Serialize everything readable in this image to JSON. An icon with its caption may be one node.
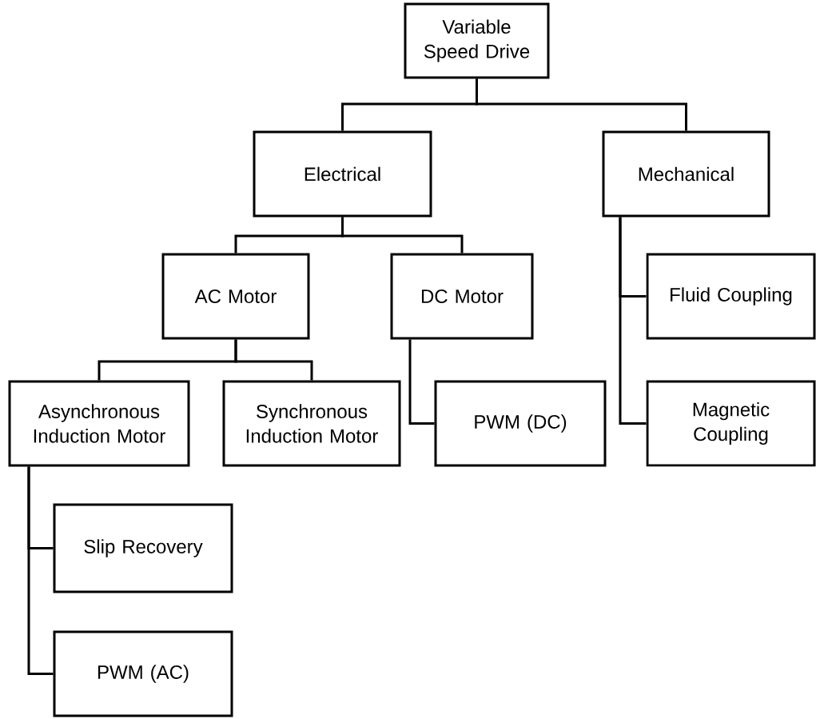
{
  "diagram": {
    "nodes": [
      {
        "text": [
          "Variable Speed Drive"
        ]
      },
      {
        "text": [
          "Electrical"
        ]
      },
      {
        "text": [
          "Mechanical"
        ]
      },
      {
        "text": [
          "AC Motor"
        ]
      },
      {
        "text": [
          "DC Motor"
        ]
      },
      {
        "text": [
          "Fluid Coupling"
        ]
      },
      {
        "text": [
          "Magnetic Coupling"
        ]
      },
      {
        "text": [
          "Asynchronous Induction Motor"
        ]
      },
      {
        "text": [
          "Synchronous Induction Motor"
        ]
      },
      {
        "text": [
          "PWM (DC)"
        ]
      },
      {
        "text": [
          "Slip Recovery"
        ]
      },
      {
        "text": [
          "PWM (AC)"
        ]
      }
    ],
    "edges": [
      {
        "from": 0,
        "to": 1,
        "arrow": "none"
      },
      {
        "from": 0,
        "to": 2,
        "arrow": "none"
      },
      {
        "from": 1,
        "to": 3,
        "arrow": "none"
      },
      {
        "from": 1,
        "to": 4,
        "arrow": "none"
      },
      {
        "from": 2,
        "to": 5,
        "arrow": "none"
      },
      {
        "from": 2,
        "to": 6,
        "arrow": "none"
      },
      {
        "from": 3,
        "to": 7,
        "arrow": "none"
      },
      {
        "from": 3,
        "to": 8,
        "arrow": "none"
      },
      {
        "from": 4,
        "to": 9,
        "arrow": "none"
      },
      {
        "from": 7,
        "to": 10,
        "arrow": "none"
      },
      {
        "from": 7,
        "to": 11,
        "arrow": "none"
      }
    ]
  }
}
